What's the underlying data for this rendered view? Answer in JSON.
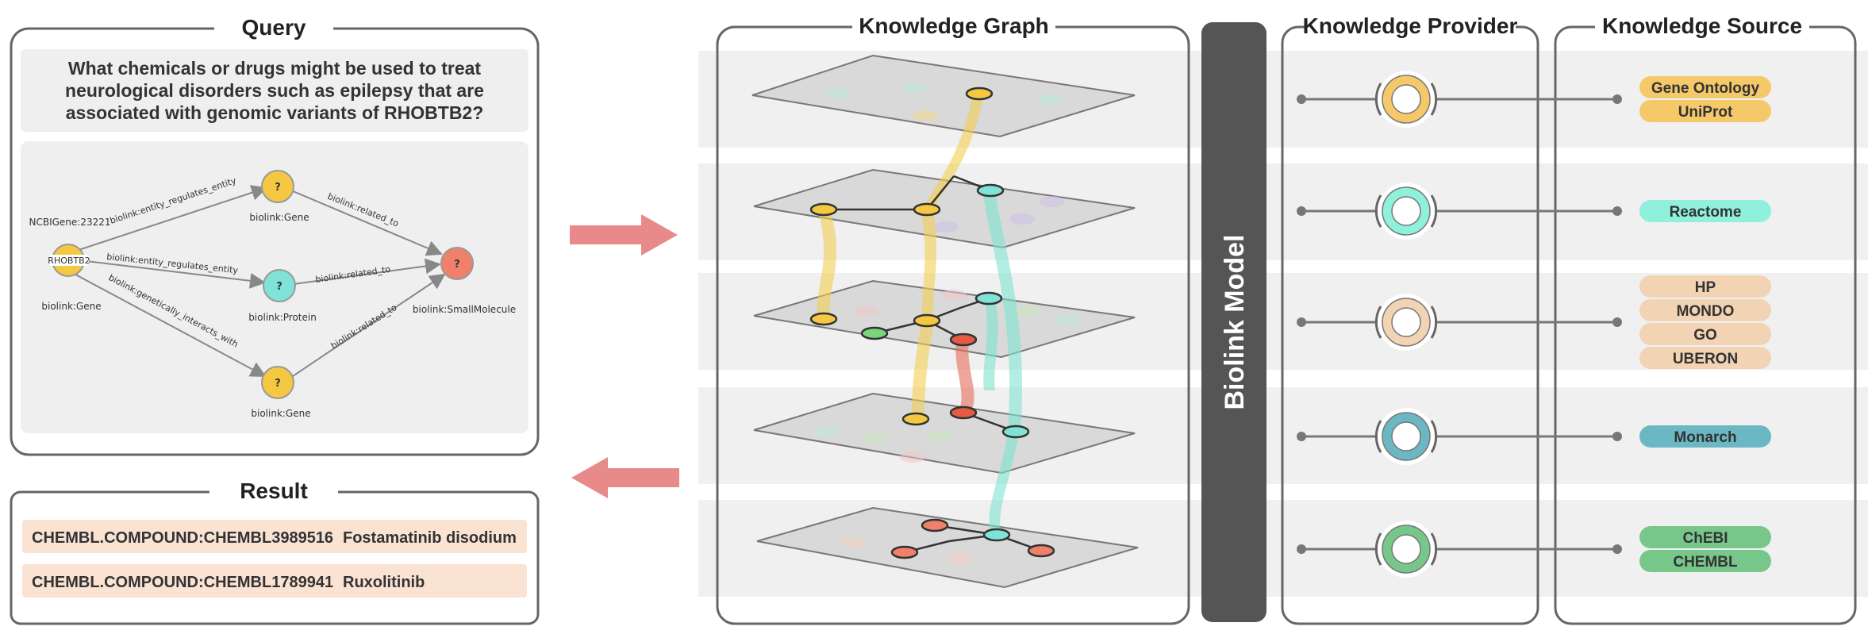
{
  "query": {
    "title": "Query",
    "question": [
      "What chemicals or drugs might be used to treat",
      "neurological disorders such as epilepsy that are",
      "associated with genomic variants of RHOBTB2?"
    ],
    "graph": {
      "nodes": [
        {
          "id": "rhobtb2",
          "inner": "RHOBTB2",
          "label": "biolink:Gene",
          "top": "NCBIGene:23221",
          "color": "#f5c842"
        },
        {
          "id": "gene1",
          "inner": "?",
          "label": "biolink:Gene",
          "color": "#f5c842"
        },
        {
          "id": "protein",
          "inner": "?",
          "label": "biolink:Protein",
          "color": "#7fe3d8"
        },
        {
          "id": "gene2",
          "inner": "?",
          "label": "biolink:Gene",
          "color": "#f5c842"
        },
        {
          "id": "small",
          "inner": "?",
          "label": "biolink:SmallMolecule",
          "color": "#f0806a"
        }
      ],
      "edges": [
        {
          "id": "e1",
          "label": "biolink:entity_regulates_entity"
        },
        {
          "id": "e2",
          "label": "biolink:entity_regulates_entity"
        },
        {
          "id": "e3",
          "label": "biolink:genetically_interacts_with"
        },
        {
          "id": "e4",
          "label": "biolink:related_to"
        },
        {
          "id": "e5",
          "label": "biolink:related_to"
        },
        {
          "id": "e6",
          "label": "biolink:related_to"
        }
      ]
    }
  },
  "result": {
    "title": "Result",
    "rows": [
      {
        "id": "CHEMBL.COMPOUND:CHEMBL3989516",
        "name": "Fostamatinib disodium"
      },
      {
        "id": "CHEMBL.COMPOUND:CHEMBL1789941",
        "name": "Ruxolitinib"
      }
    ]
  },
  "knowledge_graph": {
    "title": "Knowledge Graph"
  },
  "biolink": {
    "label": "Biolink Model"
  },
  "provider": {
    "title": "Knowledge Provider"
  },
  "source": {
    "title": "Knowledge Source",
    "layers": [
      {
        "color": "#f5c96a",
        "ring": "#f5c96a",
        "sources": [
          "Gene Ontology",
          "UniProt"
        ]
      },
      {
        "color": "#8ff0dc",
        "ring": "#8ff0dc",
        "sources": [
          "Reactome"
        ]
      },
      {
        "color": "#f2d3b3",
        "ring": "#f2d3b3",
        "sources": [
          "HP",
          "MONDO",
          "GO",
          "UBERON"
        ]
      },
      {
        "color": "#6bb8c4",
        "ring": "#6bb8c4",
        "sources": [
          "Monarch"
        ]
      },
      {
        "color": "#77c78a",
        "ring": "#77c78a",
        "sources": [
          "ChEBI",
          "CHEMBL"
        ]
      }
    ]
  },
  "colors": {
    "arrow": "#e88a8a",
    "result_row": "#fbe3d3",
    "biolink_bar": "#555555",
    "panel_border": "#666666",
    "band": "#f0f0f0"
  }
}
